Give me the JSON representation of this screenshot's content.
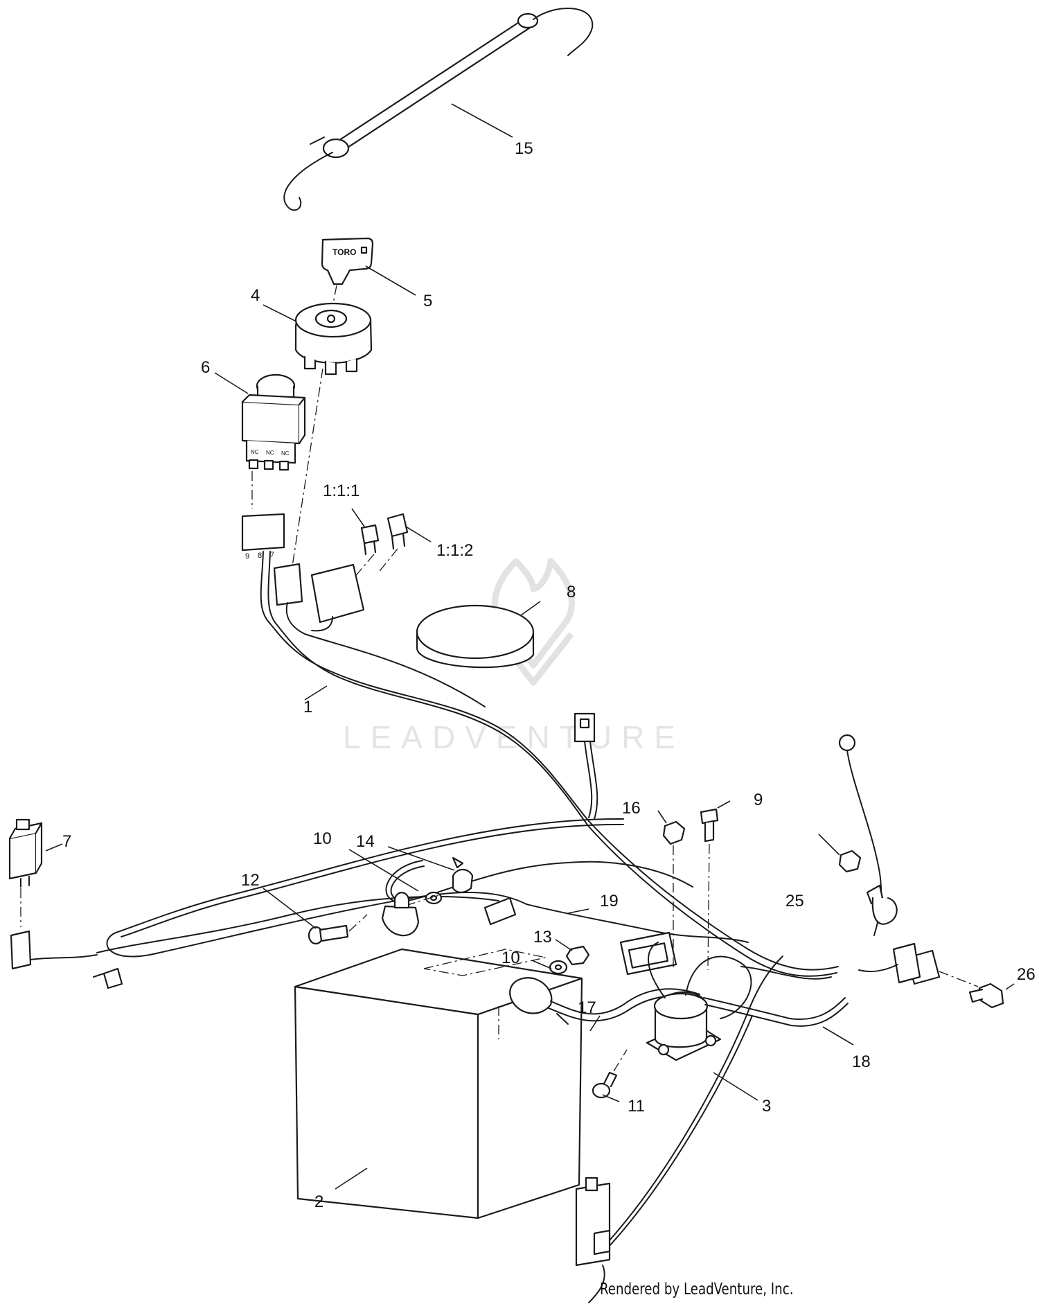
{
  "watermark": {
    "text": "LEADVENTURE"
  },
  "credit": "Rendered by LeadVenture, Inc.",
  "key_label": "TORO",
  "switch_pin_labels": [
    "NC",
    "NC",
    "NC"
  ],
  "connector_pin_numbers": [
    "9",
    "8",
    "7"
  ],
  "callouts": [
    {
      "id": "15",
      "label": "15"
    },
    {
      "id": "5",
      "label": "5"
    },
    {
      "id": "4",
      "label": "4"
    },
    {
      "id": "6",
      "label": "6"
    },
    {
      "id": "1-1-1",
      "label": "1:1:1"
    },
    {
      "id": "1-1-2",
      "label": "1:1:2"
    },
    {
      "id": "8",
      "label": "8"
    },
    {
      "id": "1",
      "label": "1"
    },
    {
      "id": "16",
      "label": "16"
    },
    {
      "id": "9",
      "label": "9"
    },
    {
      "id": "7",
      "label": "7"
    },
    {
      "id": "14",
      "label": "14"
    },
    {
      "id": "10a",
      "label": "10"
    },
    {
      "id": "12",
      "label": "12"
    },
    {
      "id": "19",
      "label": "19"
    },
    {
      "id": "25",
      "label": "25"
    },
    {
      "id": "13",
      "label": "13"
    },
    {
      "id": "10b",
      "label": "10"
    },
    {
      "id": "17",
      "label": "17"
    },
    {
      "id": "26",
      "label": "26"
    },
    {
      "id": "18",
      "label": "18"
    },
    {
      "id": "11",
      "label": "11"
    },
    {
      "id": "3",
      "label": "3"
    },
    {
      "id": "2",
      "label": "2"
    }
  ]
}
